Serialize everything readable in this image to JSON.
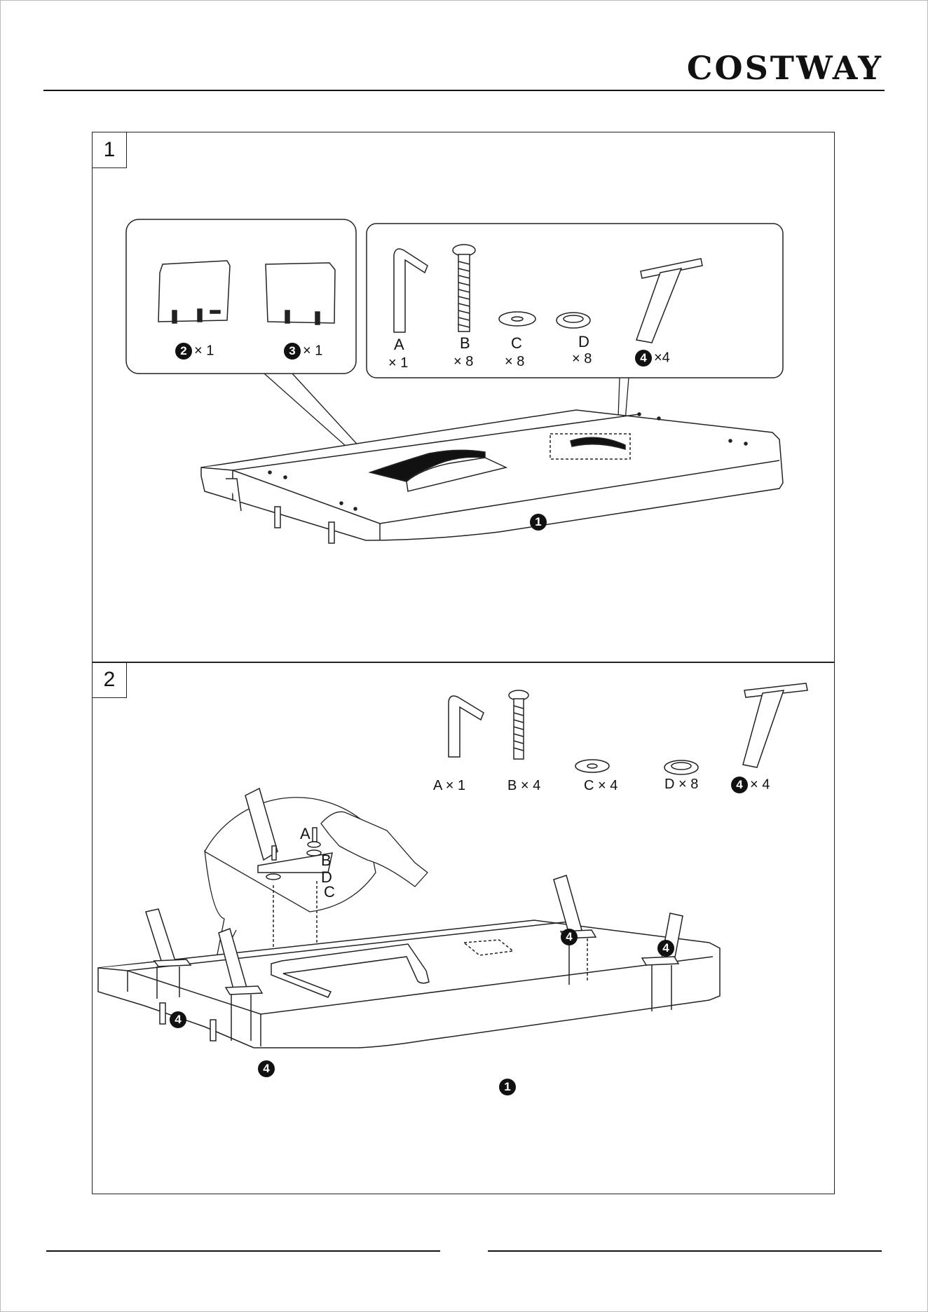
{
  "brand": {
    "logo_text": "COSTWAY"
  },
  "step1": {
    "number": "1",
    "panel_parts": [
      {
        "id": "2",
        "qty": "× 1"
      },
      {
        "id": "3",
        "qty": "× 1"
      }
    ],
    "hardware": [
      {
        "letter": "A",
        "qty": "× 1"
      },
      {
        "letter": "B",
        "qty": "× 8"
      },
      {
        "letter": "C",
        "qty": "× 8"
      },
      {
        "letter": "D",
        "qty": "× 8"
      }
    ],
    "leg": {
      "id": "4",
      "qty": "×4"
    },
    "base_id": "1"
  },
  "step2": {
    "number": "2",
    "hardware": [
      {
        "label": "A × 1"
      },
      {
        "label": "B × 4"
      },
      {
        "label": "C × 4"
      },
      {
        "label": "D × 8"
      }
    ],
    "leg": {
      "id": "4",
      "qty": "× 4"
    },
    "callout_letters": [
      "A",
      "B",
      "D",
      "C"
    ],
    "leg_id": "4",
    "base_id": "1"
  }
}
